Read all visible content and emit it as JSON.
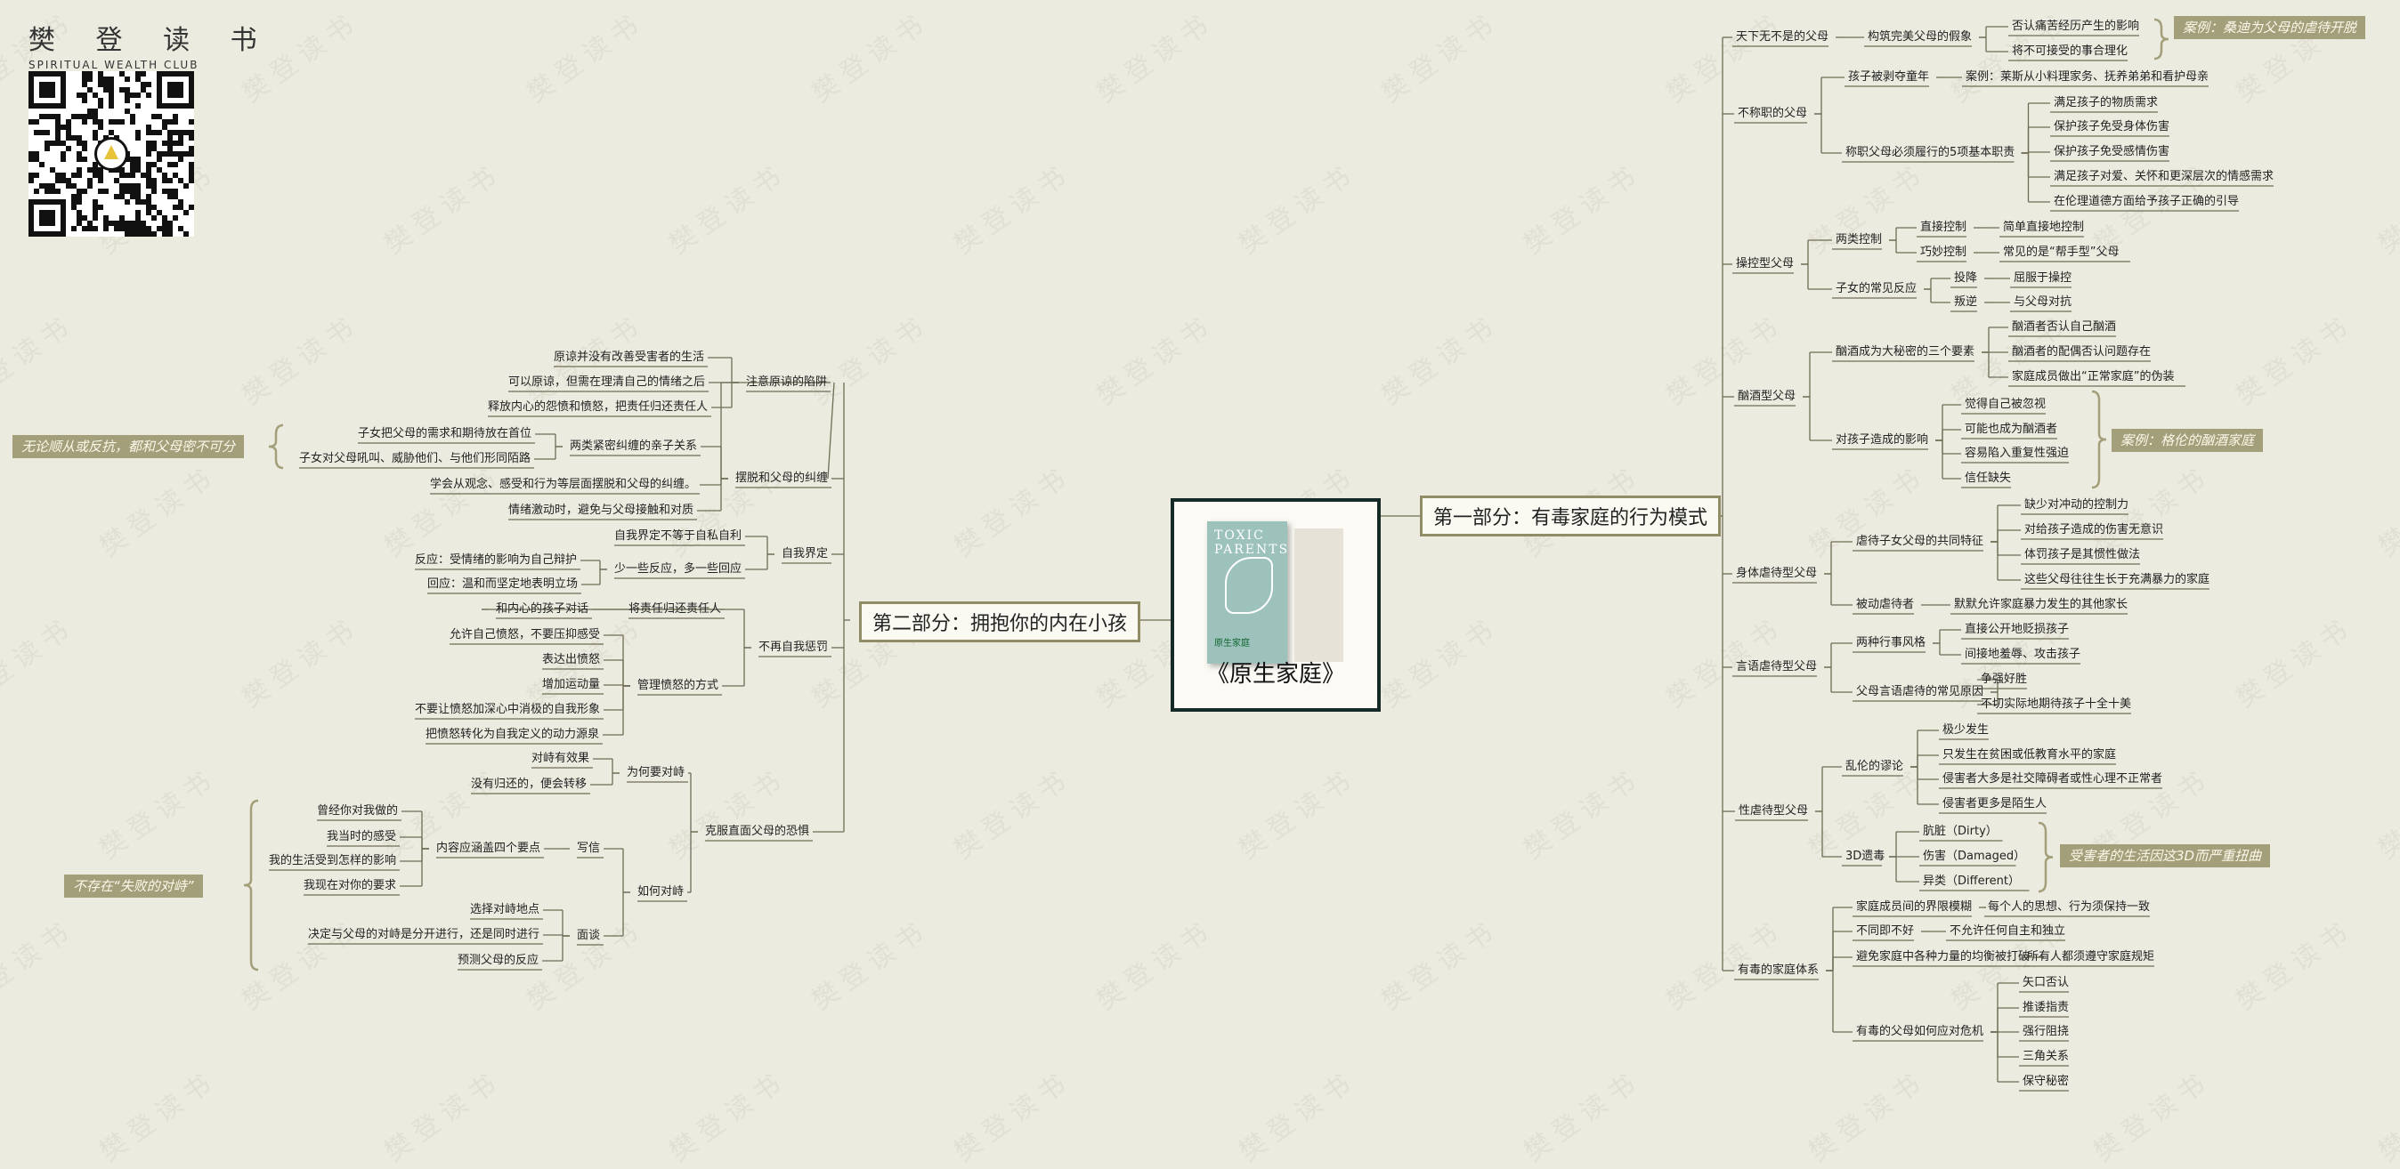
{
  "logo": {
    "name_cn": "樊 登 读 书",
    "name_en": "SPIRITUAL WEALTH CLUB"
  },
  "watermark": "樊登读书",
  "root": {
    "title": "《原生家庭》",
    "cover_title": "TOXIC PARENTS",
    "cover_sub": "原生家庭"
  },
  "branches": {
    "part1": "第一部分：有毒家庭的行为模式",
    "part2": "第二部分：拥抱你的内在小孩"
  },
  "callouts": {
    "c1": "案例：桑迪为父母的虐待开脱",
    "c2": "案例：格伦的酗酒家庭",
    "c3": "受害者的生活因这3D而严重扭曲",
    "c4": "无论顺从或反抗，都和父母密不可分",
    "c5": "不存在“失败的对峙”"
  },
  "right": {
    "n1": "天下无不是的父母",
    "n1a": "构筑完美父母的假象",
    "n1a1": "否认痛苦经历产生的影响",
    "n1a2": "将不可接受的事合理化",
    "n2": "不称职的父母",
    "n2a": "孩子被剥夺童年",
    "n2a1": "案例：莱斯从小料理家务、抚养弟弟和看护母亲",
    "n2b": "称职父母必须履行的5项基本职责",
    "n2b1": "满足孩子的物质需求",
    "n2b2": "保护孩子免受身体伤害",
    "n2b3": "保护孩子免受感情伤害",
    "n2b4": "满足孩子对爱、关怀和更深层次的情感需求",
    "n2b5": "在伦理道德方面给予孩子正确的引导",
    "n3": "操控型父母",
    "n3a": "两类控制",
    "n3a1": "直接控制",
    "n3a1x": "简单直接地控制",
    "n3a2": "巧妙控制",
    "n3a2x": "常见的是“帮手型”父母",
    "n3b": "子女的常见反应",
    "n3b1": "投降",
    "n3b1x": "屈服于操控",
    "n3b2": "叛逆",
    "n3b2x": "与父母对抗",
    "n4": "酗酒型父母",
    "n4a": "酗酒成为大秘密的三个要素",
    "n4a1": "酗酒者否认自己酗酒",
    "n4a2": "酗酒者的配偶否认问题存在",
    "n4a3": "家庭成员做出“正常家庭”的伪装",
    "n4b": "对孩子造成的影响",
    "n4b1": "觉得自己被忽视",
    "n4b2": "可能也成为酗酒者",
    "n4b3": "容易陷入重复性强迫",
    "n4b4": "信任缺失",
    "n5": "身体虐待型父母",
    "n5a": "虐待子女父母的共同特征",
    "n5a1": "缺少对冲动的控制力",
    "n5a2": "对给孩子造成的伤害无意识",
    "n5a3": "体罚孩子是其惯性做法",
    "n5a4": "这些父母往往生长于充满暴力的家庭",
    "n5b": "被动虐待者",
    "n5b1": "默默允许家庭暴力发生的其他家长",
    "n6": "言语虐待型父母",
    "n6a": "两种行事风格",
    "n6a1": "直接公开地贬损孩子",
    "n6a2": "间接地羞辱、攻击孩子",
    "n6b": "父母言语虐待的常见原因",
    "n6b1": "争强好胜",
    "n6b2": "不切实际地期待孩子十全十美",
    "n7": "性虐待型父母",
    "n7a": "乱伦的谬论",
    "n7a1": "极少发生",
    "n7a2": "只发生在贫困或低教育水平的家庭",
    "n7a3": "侵害者大多是社交障碍者或性心理不正常者",
    "n7a4": "侵害者更多是陌生人",
    "n7b": "3D遗毒",
    "n7b1": "肮脏（Dirty）",
    "n7b2": "伤害（Damaged）",
    "n7b3": "异类（Different）",
    "n8": "有毒的家庭体系",
    "n8a": "家庭成员间的界限模糊",
    "n8a1": "每个人的思想、行为须保持一致",
    "n8b": "不同即不好",
    "n8b1": "不允许任何自主和独立",
    "n8c": "避免家庭中各种力量的均衡被打破",
    "n8c1": "所有人都须遵守家庭规矩",
    "n8d": "有毒的父母如何应对危机",
    "n8d1": "矢口否认",
    "n8d2": "推诿指责",
    "n8d3": "强行阻挠",
    "n8d4": "三角关系",
    "n8d5": "保守秘密"
  },
  "left": {
    "m1": "摆脱和父母的纠缠",
    "m1a": "注意原谅的陷阱",
    "m1a1": "原谅并没有改善受害者的生活",
    "m1a2": "可以原谅，但需在理清自己的情绪之后",
    "m1a3": "释放内心的怨愤和愤怒，把责任归还责任人",
    "m1b": "两类紧密纠缠的亲子关系",
    "m1b1": "子女把父母的需求和期待放在首位",
    "m1b2": "子女对父母吼叫、威胁他们、与他们形同陌路",
    "m1c": "学会从观念、感受和行为等层面摆脱和父母的纠缠。",
    "m1d": "情绪激动时，避免与父母接触和对质",
    "m2": "自我界定",
    "m2a": "自我界定不等于自私自利",
    "m2b": "少一些反应，多一些回应",
    "m2b1": "反应：受情绪的影响为自己辩护",
    "m2b2": "回应：温和而坚定地表明立场",
    "m3": "不再自我惩罚",
    "m3a": "和内心的孩子对话",
    "m3a1": "将责任归还责任人",
    "m3b": "管理愤怒的方式",
    "m3b1": "允许自己愤怒，不要压抑感受",
    "m3b2": "表达出愤怒",
    "m3b3": "增加运动量",
    "m3b4": "不要让愤怒加深心中消极的自我形象",
    "m3b5": "把愤怒转化为自我定义的动力源泉",
    "m4": "克服直面父母的恐惧",
    "m4a": "为何要对峙",
    "m4a1": "对峙有效果",
    "m4a2": "没有归还的，便会转移",
    "m4b": "如何对峙",
    "m4b1": "写信",
    "m4b1a": "内容应涵盖四个要点",
    "m4b1a1": "曾经你对我做的",
    "m4b1a2": "我当时的感受",
    "m4b1a3": "我的生活受到怎样的影响",
    "m4b1a4": "我现在对你的要求",
    "m4b2": "面谈",
    "m4b2a": "选择对峙地点",
    "m4b2b": "决定与父母的对峙是分开进行，还是同时进行",
    "m4b2c": "预测父母的反应"
  }
}
